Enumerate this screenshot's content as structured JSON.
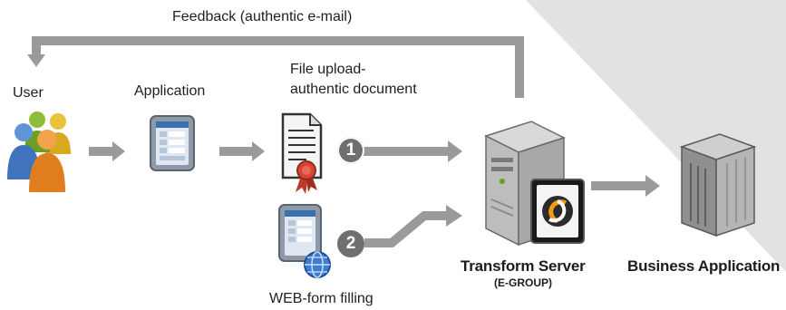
{
  "labels": {
    "feedback": "Feedback (authentic e-mail)",
    "user": "User",
    "application": "Application",
    "file_upload_line1": "File upload-",
    "file_upload_line2": "authentic document",
    "web_form": "WEB-form filling",
    "transform_server": "Transform Server",
    "transform_server_sub": "(E-GROUP)",
    "business_application": "Business Application"
  },
  "steps": {
    "step1": "1",
    "step2": "2"
  },
  "colors": {
    "arrow": "#9a9a9a",
    "backdrop": "#e2e2e4",
    "badge": "#6f6f6f"
  },
  "icons": {
    "user": "users-group-icon",
    "application": "application-window-icon",
    "document": "certified-document-icon",
    "web_form": "web-form-globe-icon",
    "transform_server": "server-with-logo-icon",
    "business_application": "server-tower-icon"
  }
}
